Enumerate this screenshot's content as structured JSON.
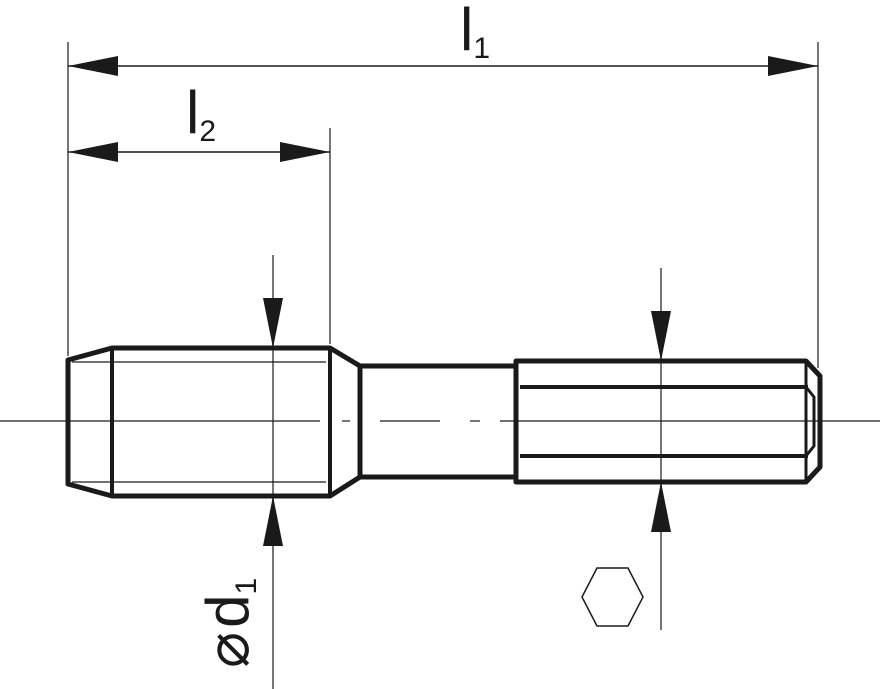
{
  "dimensions": {
    "l1": {
      "main": "l",
      "sub": "1"
    },
    "l2": {
      "main": "l",
      "sub": "2"
    },
    "d1": {
      "prefix": "⌀",
      "main": "d",
      "sub": "1"
    }
  },
  "symbols": {
    "square_drive": "hexagon-icon"
  },
  "colors": {
    "stroke": "#1a1a1a",
    "background": "#ffffff"
  }
}
